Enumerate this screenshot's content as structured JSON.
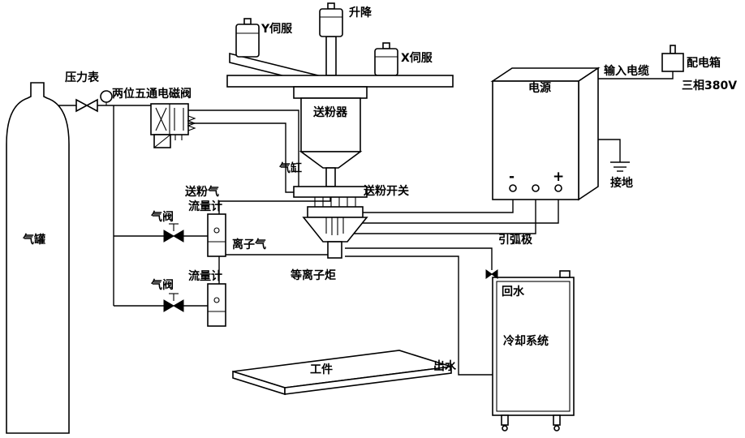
{
  "diagram": {
    "background": "#ffffff",
    "line_color": "#000000",
    "labels": {
      "gas_tank": "气罐",
      "pressure_gauge": "压力表",
      "solenoid_valve": "两位五通电磁阀",
      "y_servo": "Y伺服",
      "lift": "升降",
      "x_servo": "X伺服",
      "powder_feeder": "送粉器",
      "air_cylinder": "气缸",
      "powder_feed_switch": "送粉开关",
      "powder_feed_gas": "送粉气",
      "gas_valve_top": "气阀",
      "flow_meter_top": "流量计",
      "ion_gas": "离子气",
      "gas_valve_bottom": "气阀",
      "flow_meter_bottom": "流量计",
      "plasma_torch": "等离子炬",
      "workpiece": "工件",
      "power_supply": "电源",
      "terminal_minus": "-",
      "terminal_plus": "+",
      "input_cable": "输入电缆",
      "distribution_box": "配电箱",
      "three_phase_380v": "三相380V",
      "ground": "接地",
      "arc_electrode": "引弧极",
      "return_water": "回水",
      "cooling_system": "冷却系统",
      "water_outlet": "出水"
    }
  }
}
